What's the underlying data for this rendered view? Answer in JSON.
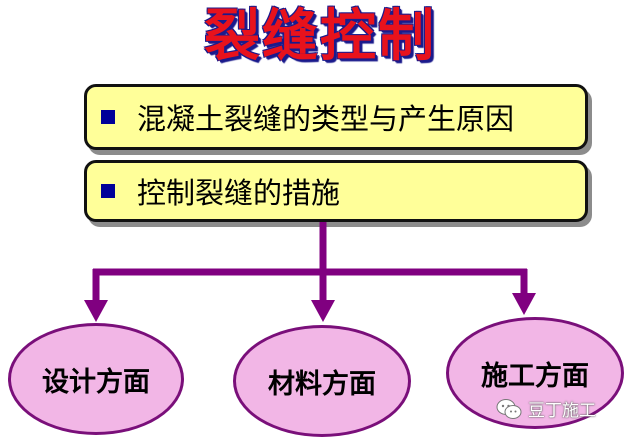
{
  "title": "裂缝控制",
  "items": [
    {
      "label": "混凝土裂缝的类型与产生原因"
    },
    {
      "label": "控制裂缝的措施"
    }
  ],
  "branches": [
    {
      "label": "设计方面"
    },
    {
      "label": "材料方面"
    },
    {
      "label": "施工方面"
    }
  ],
  "watermark": {
    "text": "豆丁施工",
    "icon": "wechat-icon"
  },
  "colors": {
    "title_fill": "#e8121c",
    "title_outline": "#1a1a8c",
    "box_fill": "#ffff99",
    "bullet": "#000099",
    "arrow": "#800080",
    "ellipse_fill": "#f2b6e6",
    "ellipse_border": "#7a0f7a"
  }
}
